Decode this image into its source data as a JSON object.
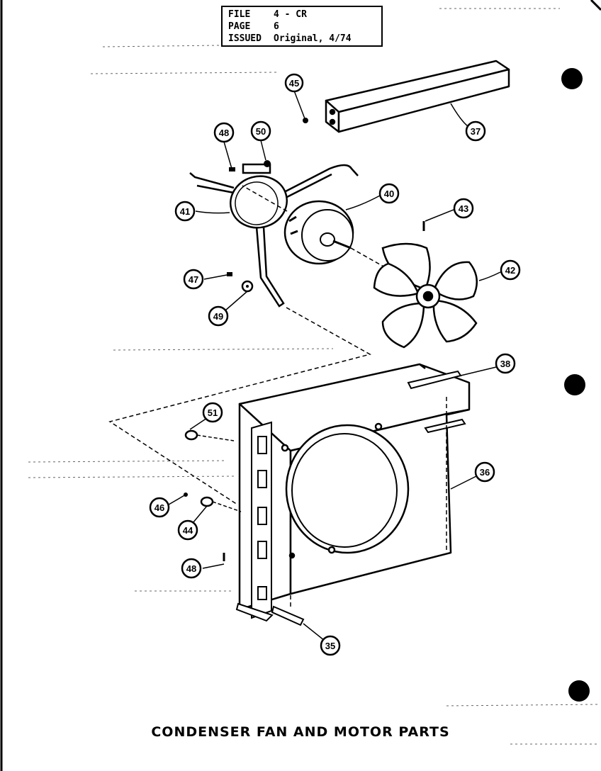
{
  "header": {
    "file_label": "FILE",
    "file_value": "4 - CR",
    "page_label": "PAGE",
    "page_value": "6",
    "issued_label": "ISSUED",
    "issued_value": "Original, 4/74"
  },
  "callouts": {
    "c35": "35",
    "c36": "36",
    "c37": "37",
    "c38": "38",
    "c40": "40",
    "c41": "41",
    "c42": "42",
    "c43": "43",
    "c44": "44",
    "c45": "45",
    "c46": "46",
    "c47": "47",
    "c48a": "48",
    "c48b": "48",
    "c49": "49",
    "c50": "50",
    "c51": "51"
  },
  "caption": "CONDENSER FAN AND MOTOR PARTS"
}
